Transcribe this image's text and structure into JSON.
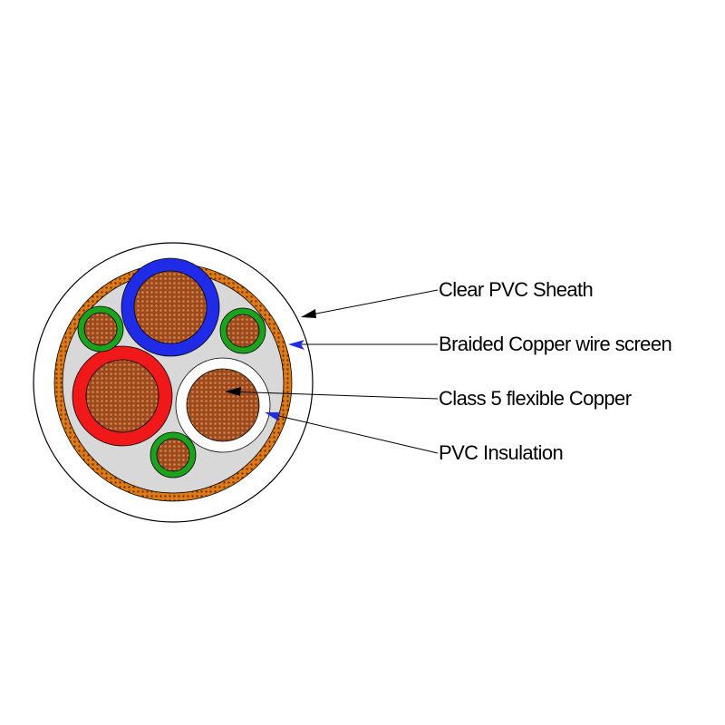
{
  "diagram": {
    "labels": {
      "sheath": "Clear PVC Sheath",
      "screen": "Braided Copper wire screen",
      "conductor": "Class 5 flexible Copper",
      "insulation": "PVC Insulation"
    }
  },
  "colors": {
    "background": "#ffffff",
    "outline": "#000000",
    "sheath": "#ffffff",
    "braid_base": "#e07a14",
    "braid_dot": "#6e3406",
    "filler": "#d8d8d8",
    "copper": "#9a4a1e",
    "copper_dot": "#d98546",
    "insulation_blue": "#1f2be6",
    "insulation_red": "#f01818",
    "insulation_white": "#ffffff",
    "insulation_green": "#1ca31c",
    "arrow_black": "#000000",
    "arrow_blue": "#1f2be6"
  }
}
